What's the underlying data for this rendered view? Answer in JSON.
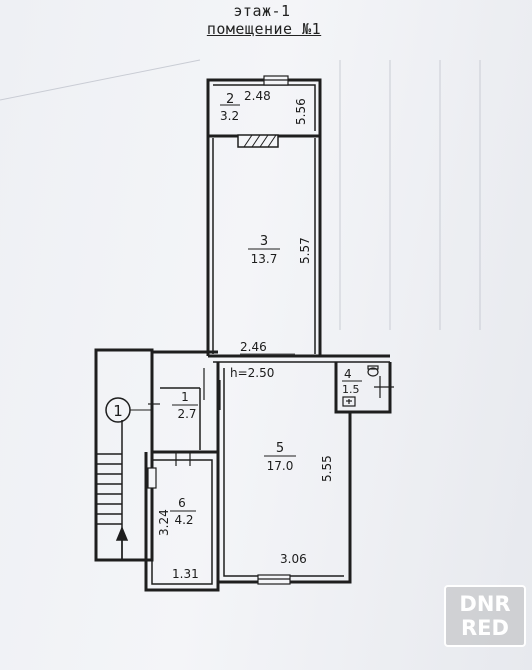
{
  "header": {
    "floor_title": "этаж-1",
    "room_title": "помещение №1"
  },
  "rooms": [
    {
      "number": "2",
      "area": "3.2",
      "width": "2.48",
      "length": "5.56"
    },
    {
      "number": "3",
      "area": "13.7",
      "length": "5.57"
    },
    {
      "number": "1",
      "area": "2.7",
      "width": "2.46"
    },
    {
      "number": "5",
      "area": "17.0",
      "width": "3.06",
      "length": "5.55"
    },
    {
      "number": "4",
      "area": "1.5"
    },
    {
      "number": "6",
      "area": "4.2",
      "width": "1.31",
      "length": "3.24"
    }
  ],
  "ceiling_height": "h=2.50",
  "entrance_marker": "1",
  "watermark": {
    "line1": "DNR",
    "line2": "RED"
  }
}
